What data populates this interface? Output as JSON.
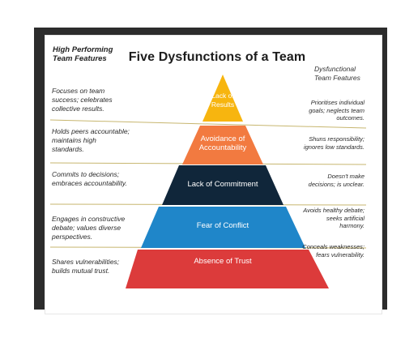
{
  "title": "Five Dysfunctions of a Team",
  "left_header": "High Performing Team Features",
  "right_header": "Dysfunctional Team Features",
  "colors": {
    "results": "#f7b50f",
    "accountability": "#f27a40",
    "commitment": "#10263a",
    "conflict": "#1f86c9",
    "trust": "#dc3b3b",
    "line": "#c7b66f"
  },
  "tiers": [
    {
      "label": "Lack of Results",
      "positive": "Focuses on team success; celebrates collective results.",
      "negative": "Prioritises individual goals; neglects team outcomes."
    },
    {
      "label": "Avoidance of Accountability",
      "positive": "Holds peers accountable; maintains high standards.",
      "negative": "Shuns responsibility; ignores low standards."
    },
    {
      "label": "Lack of Commitment",
      "positive": "Commits to decisions; embraces accountability.",
      "negative": "Doesn't make decisions; is unclear."
    },
    {
      "label": "Fear of Conflict",
      "positive": "Engages in constructive debate; values diverse perspectives.",
      "negative": "Avoids healthy debate; seeks artificial harmony."
    },
    {
      "label": "Absence of Trust",
      "positive": "Shares vulnerabilities; builds mutual trust.",
      "negative": "Conceals weaknesses; fears vulnerability."
    }
  ]
}
